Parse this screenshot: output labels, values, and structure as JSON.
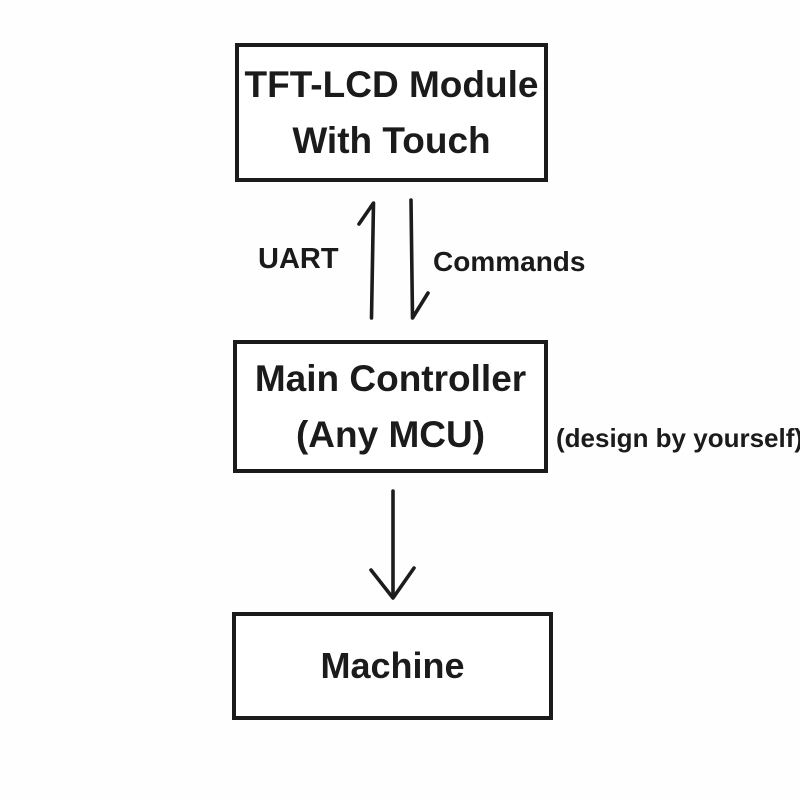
{
  "diagram": {
    "colors": {
      "line": "#1c1c1c",
      "background": "#ffffff",
      "box_fill": "#ffffff"
    },
    "nodes": {
      "tft_lcd": {
        "line1": "TFT-LCD Module",
        "line2": "With Touch"
      },
      "main_controller": {
        "line1": "Main Controller",
        "line2": "(Any MCU)"
      },
      "machine": {
        "line1": "Machine"
      }
    },
    "labels": {
      "uart": "UART",
      "commands": "Commands",
      "design_note": "(design by yourself)"
    },
    "arrows": [
      {
        "name": "uart-up-arrow",
        "direction": "up",
        "from": "main_controller",
        "to": "tft_lcd"
      },
      {
        "name": "commands-down-arrow",
        "direction": "down",
        "from": "tft_lcd",
        "to": "main_controller"
      },
      {
        "name": "machine-down-arrow",
        "direction": "down",
        "from": "main_controller",
        "to": "machine"
      }
    ]
  }
}
